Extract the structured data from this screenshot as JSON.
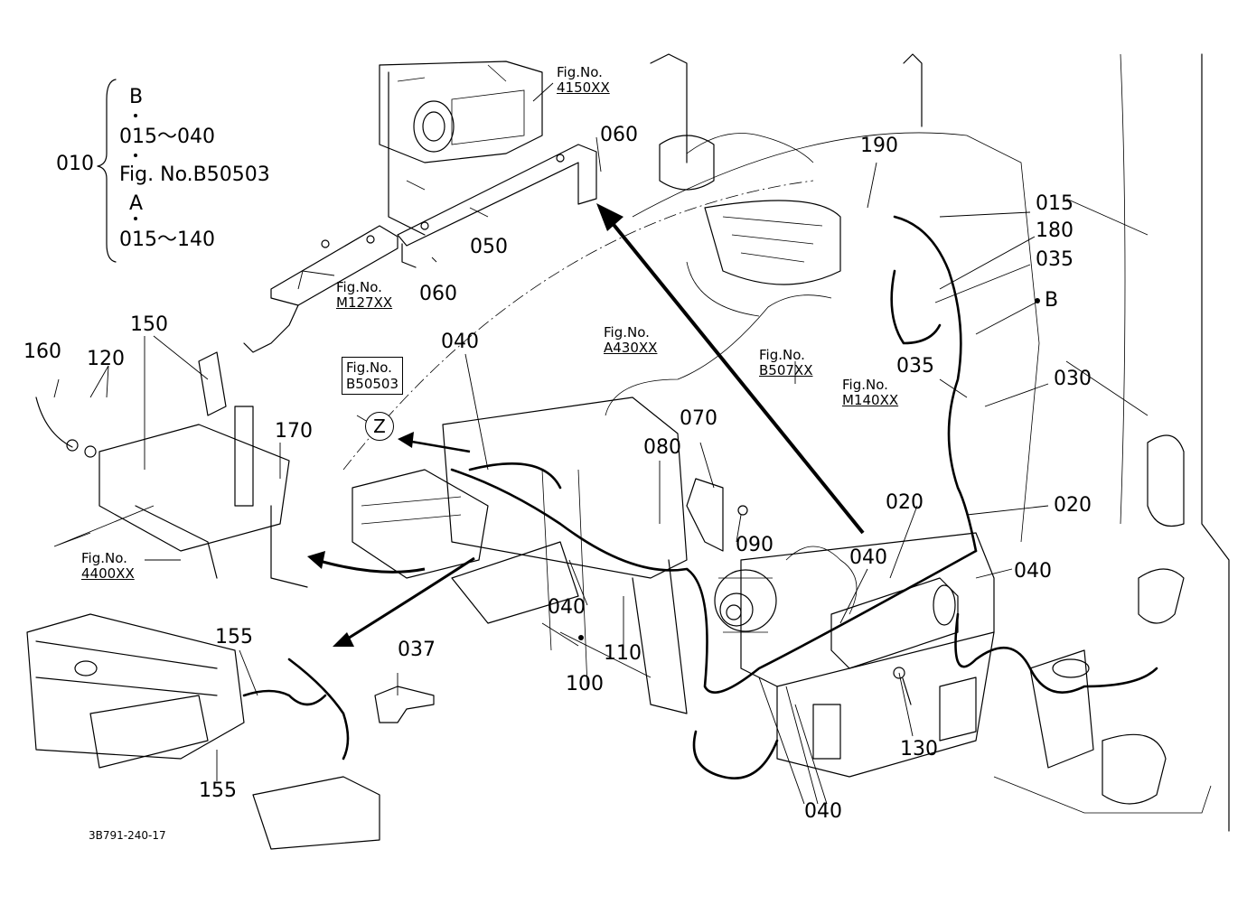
{
  "legend": {
    "main_ref": "010",
    "line_b": "B",
    "line_b_range": "015～040",
    "line_fig": "Fig. No.B50503",
    "line_a": "A",
    "line_a_range": "015～140"
  },
  "fig_refs": {
    "r4150": {
      "line1": "Fig.No.",
      "line2": "4150XX"
    },
    "m127": {
      "line1": "Fig.No.",
      "line2": "M127XX"
    },
    "a430": {
      "line1": "Fig.No.",
      "line2": "A430XX"
    },
    "b507": {
      "line1": "Fig.No.",
      "line2": "B507XX"
    },
    "m140": {
      "line1": "Fig.No.",
      "line2": "M140XX"
    },
    "r4400": {
      "line1": "Fig.No.",
      "line2": "4400XX"
    },
    "b50503": {
      "line1": "Fig.No.",
      "line2": "B50503"
    }
  },
  "view_marker": "Z",
  "part_labels": {
    "p060a": "060",
    "p050": "050",
    "p060b": "060",
    "p190": "190",
    "p015": "015",
    "p180": "180",
    "p035a": "035",
    "pB": "B",
    "p035b": "035",
    "p030": "030",
    "p020a": "020",
    "p020b": "020",
    "p040a": "040",
    "p040b": "040",
    "p040c": "040",
    "p040d": "040",
    "p040e": "040",
    "p070": "070",
    "p080": "080",
    "p090": "090",
    "p110": "110",
    "p100": "100",
    "p130": "130",
    "p150": "150",
    "p160": "160",
    "p120": "120",
    "p170": "170",
    "p155a": "155",
    "p155b": "155",
    "p037": "037"
  },
  "drawing_number": "3B791-240-17"
}
